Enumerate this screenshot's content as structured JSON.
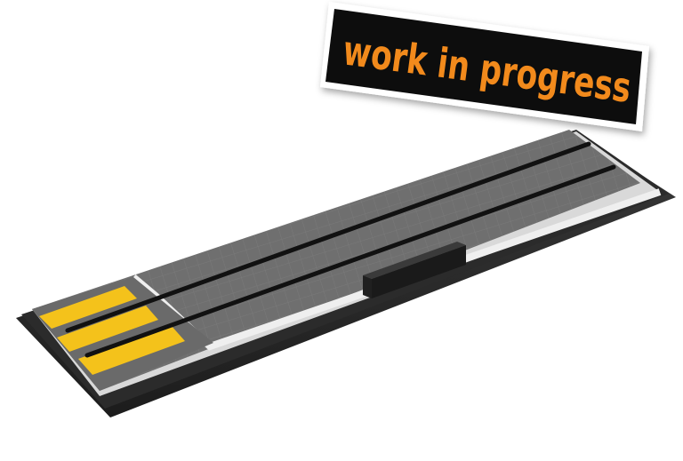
{
  "sign": {
    "text": "work in progress",
    "text_color": "#f28a1e",
    "background_color": "#0b0b0b",
    "border_color": "#ffffff"
  },
  "model": {
    "base_color": "#2a2a2a",
    "surface_color": "#6e6e6e",
    "edge_color": "#ececec",
    "stripe_color": "#f4c21b",
    "slot_color": "#121212",
    "stripe_count": 3,
    "track_count": 2
  }
}
